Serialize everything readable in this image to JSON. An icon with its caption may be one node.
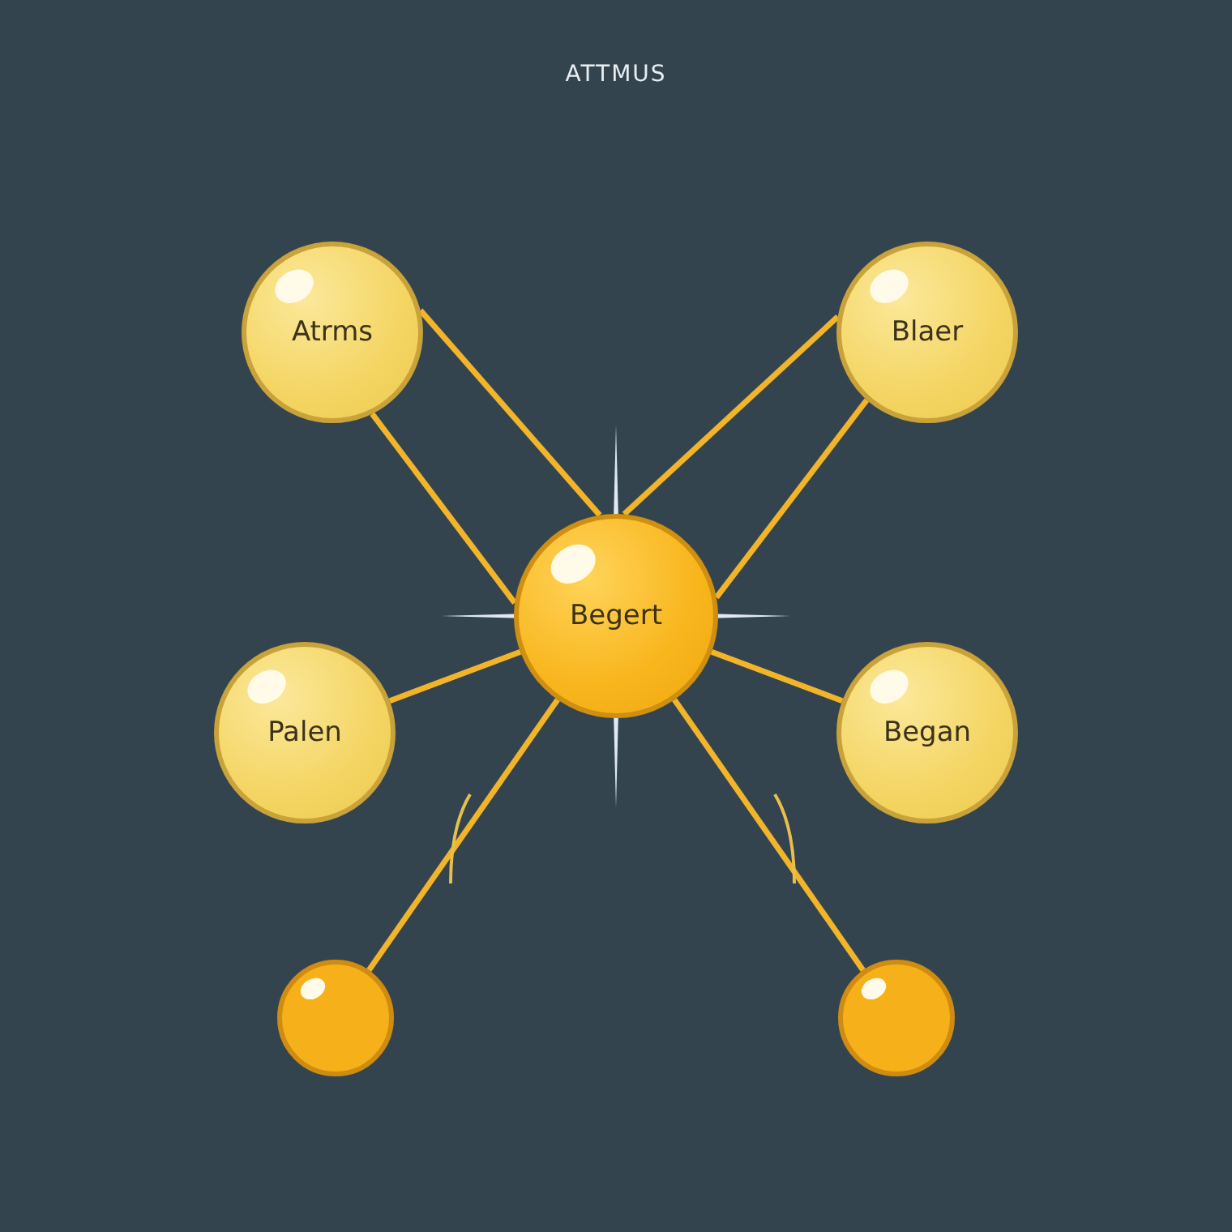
{
  "diagram": {
    "title": "ATTMUS",
    "nodes": [
      {
        "text": [
          "Atrms"
        ]
      },
      {
        "text": [
          "Blaer"
        ]
      },
      {
        "text": [
          "Begert"
        ]
      },
      {
        "text": [
          "Palen"
        ]
      },
      {
        "text": [
          "Began"
        ]
      },
      {
        "text": [],
        "shape": "circle"
      },
      {
        "text": [],
        "shape": "circle"
      }
    ],
    "edges": [
      {
        "from": 0,
        "to": 2,
        "arrow": "none"
      },
      {
        "from": 0,
        "to": 2,
        "arrow": "none"
      },
      {
        "from": 1,
        "to": 2,
        "arrow": "none"
      },
      {
        "from": 1,
        "to": 2,
        "arrow": "none"
      },
      {
        "from": 3,
        "to": 2,
        "arrow": "none"
      },
      {
        "from": 2,
        "to": 4,
        "arrow": "none"
      },
      {
        "from": 2,
        "to": 5,
        "arrow": "none"
      },
      {
        "from": 2,
        "to": 6,
        "arrow": "none"
      }
    ]
  }
}
